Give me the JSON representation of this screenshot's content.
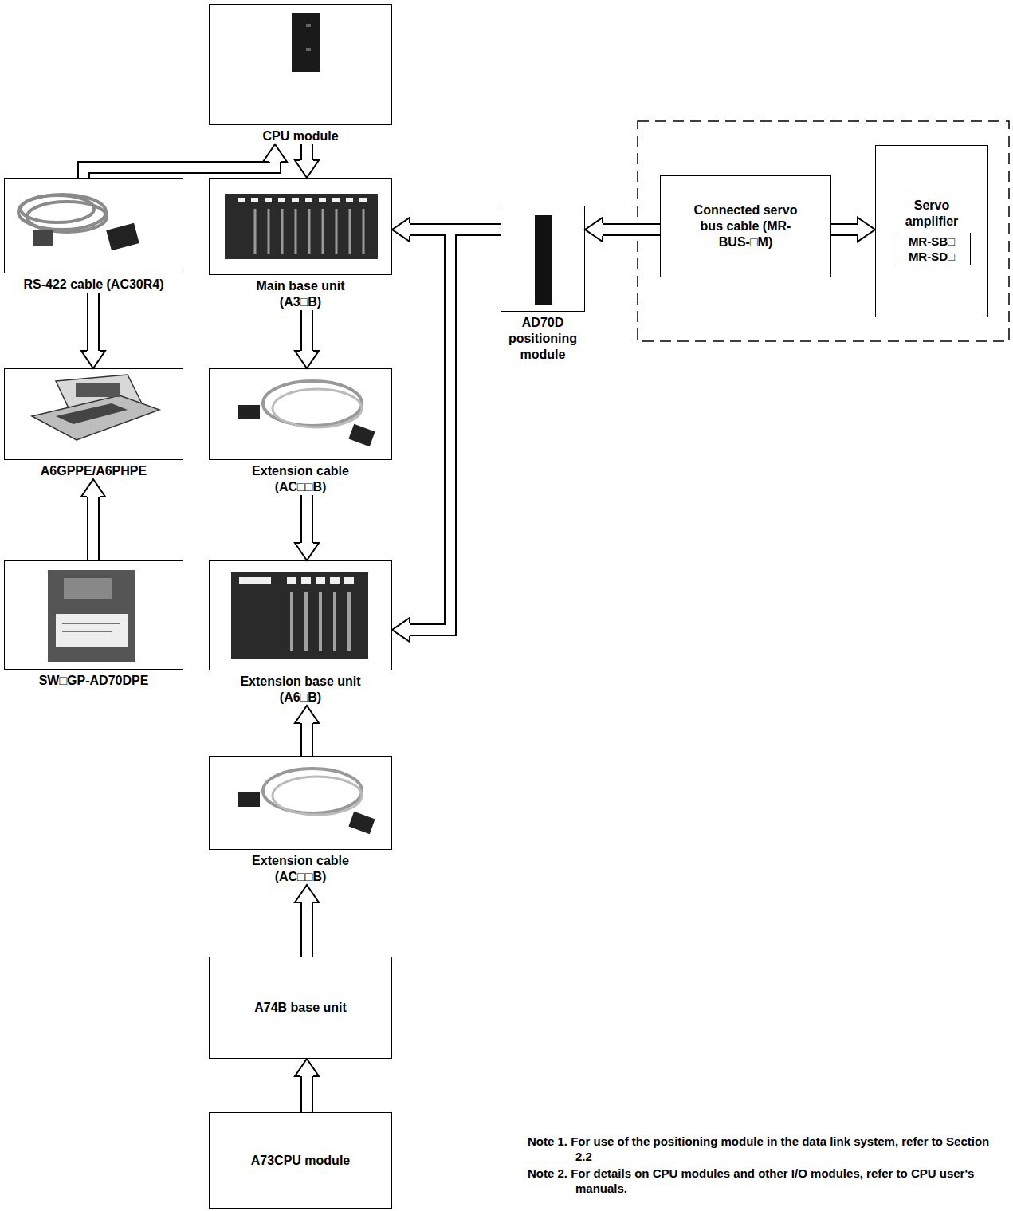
{
  "diagram": {
    "nodes": [
      {
        "text": [
          "CPU module"
        ]
      },
      {
        "text": [
          "RS-422 cable (AC30R4)"
        ]
      },
      {
        "text": [
          "Main base unit (A3□B)"
        ]
      },
      {
        "text": [
          "AD70D positioning module"
        ]
      },
      {
        "text": [
          "Connected servo bus cable (MR-BUS-□M)"
        ]
      },
      {
        "text": [
          "Servo amplifier",
          "MR-SB□ MR-SD□"
        ]
      },
      {
        "text": [
          "A6GPPE/A6PHPE"
        ]
      },
      {
        "text": [
          "Extension cable (AC□□B)"
        ]
      },
      {
        "text": [
          "SW□GP-AD70DPE"
        ]
      },
      {
        "text": [
          "Extension base unit (A6□B)"
        ]
      },
      {
        "text": [
          "Extension cable (AC□□B)"
        ]
      },
      {
        "text": [
          "A74B base unit"
        ]
      },
      {
        "text": [
          "A73CPU module"
        ]
      }
    ],
    "edges": [
      {
        "from": 1,
        "to": 0,
        "arrow": "to"
      },
      {
        "from": 0,
        "to": 2,
        "arrow": "to"
      },
      {
        "from": 1,
        "to": 6,
        "arrow": "to"
      },
      {
        "from": 8,
        "to": 6,
        "arrow": "to"
      },
      {
        "from": 2,
        "to": 7,
        "arrow": "to"
      },
      {
        "from": 7,
        "to": 9,
        "arrow": "to"
      },
      {
        "from": 10,
        "to": 9,
        "arrow": "to"
      },
      {
        "from": 11,
        "to": 10,
        "arrow": "to"
      },
      {
        "from": 12,
        "to": 11,
        "arrow": "to"
      },
      {
        "from": 3,
        "to": 2,
        "arrow": "to"
      },
      {
        "from": 3,
        "to": 9,
        "arrow": "to"
      },
      {
        "from": 4,
        "to": 3,
        "arrow": "to"
      },
      {
        "from": 4,
        "to": 5,
        "arrow": "to"
      }
    ],
    "labels": [
      "Note 1. For use of the positioning module in the data link system, refer to Section 2.2",
      "Note 2. For details on CPU modules and other I/O modules, refer to CPU user's manuals."
    ]
  }
}
